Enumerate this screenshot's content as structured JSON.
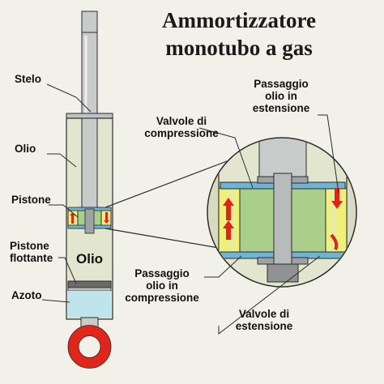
{
  "title": {
    "line1": "Ammortizzatore",
    "line2": "monotubo a gas"
  },
  "labels": {
    "stelo": "Stelo",
    "olio_left": "Olio",
    "pistone": "Pistone",
    "pistone_flottante_1": "Pistone",
    "pistone_flottante_2": "flottante",
    "azoto": "Azoto",
    "olio_inside": "Olio",
    "valvole_compressione_1": "Valvole di",
    "valvole_compressione_2": "compressione",
    "passaggio_estensione_1": "Passaggio",
    "passaggio_estensione_2": "olio in",
    "passaggio_estensione_3": "estensione",
    "passaggio_compressione_1": "Passaggio",
    "passaggio_compressione_2": "olio in",
    "passaggio_compressione_3": "compressione",
    "valvole_estensione_1": "Valvole di",
    "valvole_estensione_2": "estensione"
  },
  "colors": {
    "background": "#f1f1ea",
    "tube": "#e2e6cf",
    "rod": "#c9cbcb",
    "piston_yellow": "#eef07a",
    "piston_green": "#a9cf8a",
    "valve_blue": "#6fb3d6",
    "nitrogen": "#bfe4ec",
    "eye_ring": "#e0251b",
    "flow_arrow": "#e2231a",
    "outline": "#2b2b2b"
  }
}
